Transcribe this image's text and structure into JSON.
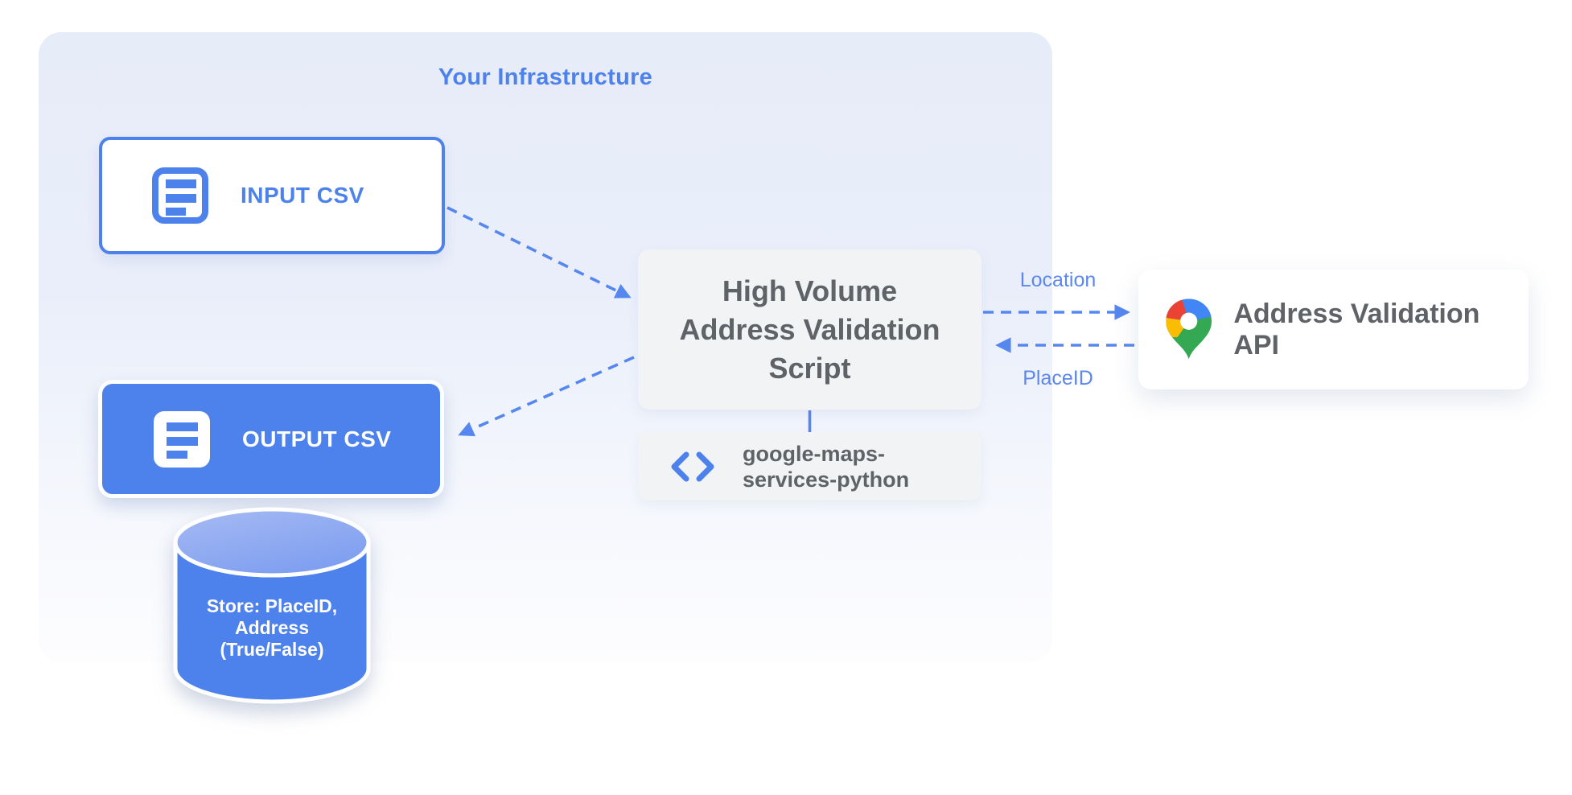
{
  "theme": {
    "accent-blue": "#4d82ec",
    "arrow-blue": "#5687ef",
    "label-blue": "#5b87ee",
    "panel-top": "#e7ecf9",
    "panel-bottom": "#fdfdfe",
    "gray-box-bg": "#f1f3f4",
    "gray-text": "#5f6368",
    "cylinder-body": "#4d82ec",
    "cylinder-top-light": "#a7bbf3",
    "cylinder-top-dark": "#7e9ef0",
    "pin-red": "#ea4335",
    "pin-blue": "#4285f4",
    "pin-yellow": "#fbbc04",
    "pin-green": "#34a853"
  },
  "infrastructure_panel": {
    "title": "Your Infrastructure"
  },
  "nodes": {
    "input_csv": {
      "label": "INPUT CSV",
      "icon": "document-icon"
    },
    "output_csv": {
      "label": "OUTPUT CSV",
      "icon": "document-icon"
    },
    "datastore": {
      "lines": [
        "Store: PlaceID,",
        "Address",
        "(True/False)"
      ]
    },
    "script": {
      "lines": [
        "High Volume",
        "Address Validation",
        "Script"
      ]
    },
    "library": {
      "lines": [
        "google-maps-",
        "services-python"
      ],
      "icon": "code-icon"
    },
    "api": {
      "label": "Address Validation API",
      "icon": "google-maps-pin-icon"
    }
  },
  "edges": {
    "location_label": "Location",
    "placeid_label": "PlaceID"
  }
}
